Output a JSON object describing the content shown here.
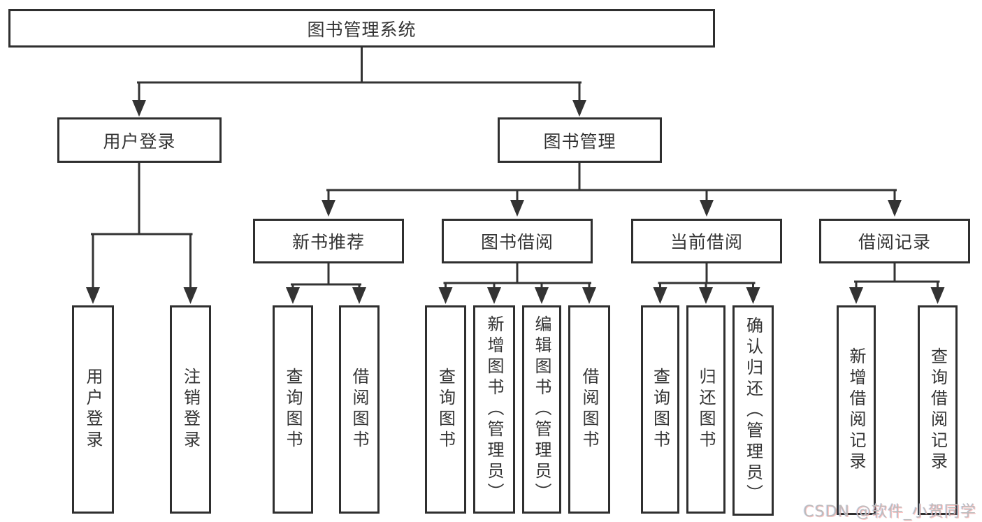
{
  "colors": {
    "line": "#333333",
    "box_border": "#2f2f2f",
    "text": "#333333",
    "background": "#ffffff",
    "watermark": "#bcbcbc"
  },
  "diagram": {
    "root": {
      "label": "图书管理系统"
    },
    "branches": [
      {
        "label": "用户登录",
        "children": [
          {
            "label": "用户登录"
          },
          {
            "label": "注销登录"
          }
        ]
      },
      {
        "label": "图书管理",
        "children": [
          {
            "label": "新书推荐",
            "children": [
              {
                "label": "查询图书"
              },
              {
                "label": "借阅图书"
              }
            ]
          },
          {
            "label": "图书借阅",
            "children": [
              {
                "label": "查询图书"
              },
              {
                "label": "新增图书（管理员）"
              },
              {
                "label": "编辑图书（管理员）"
              },
              {
                "label": "借阅图书"
              }
            ]
          },
          {
            "label": "当前借阅",
            "children": [
              {
                "label": "查询图书"
              },
              {
                "label": "归还图书"
              },
              {
                "label": "确认归还（管理员）"
              }
            ]
          },
          {
            "label": "借阅记录",
            "children": [
              {
                "label": "新增借阅记录"
              },
              {
                "label": "查询借阅记录"
              }
            ]
          }
        ]
      }
    ]
  },
  "watermark": {
    "text": "CSDN @软件_小贺同学"
  }
}
